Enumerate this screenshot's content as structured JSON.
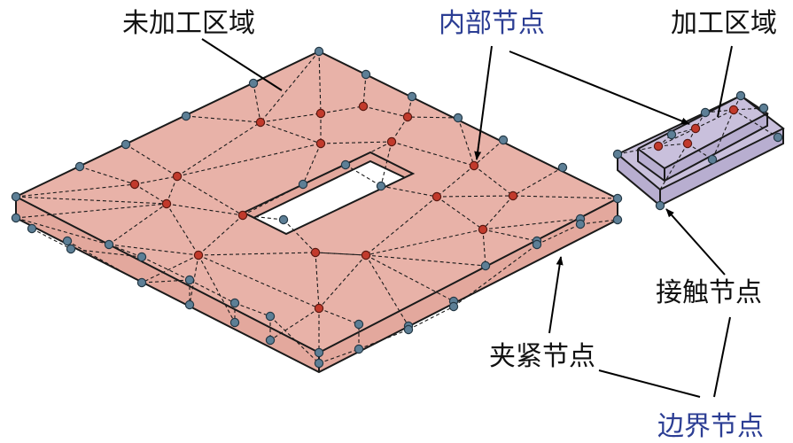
{
  "labels": {
    "unmachined_region": "未加工区域",
    "internal_nodes": "内部节点",
    "machined_region": "加工区域",
    "contact_nodes": "接触节点",
    "clamp_nodes": "夹紧节点",
    "boundary_nodes": "边界节点"
  },
  "colors": {
    "plate_top": "#e8b2a8",
    "plate_side": "#e3a89d",
    "block_top": "#c9c0dc",
    "block_side": "#b8aed0",
    "hole": "#ffffff",
    "boundary_node": "#5d7f96",
    "internal_node": "#c23a2c",
    "label_black": "#111111",
    "label_blue": "#2c3e94"
  }
}
